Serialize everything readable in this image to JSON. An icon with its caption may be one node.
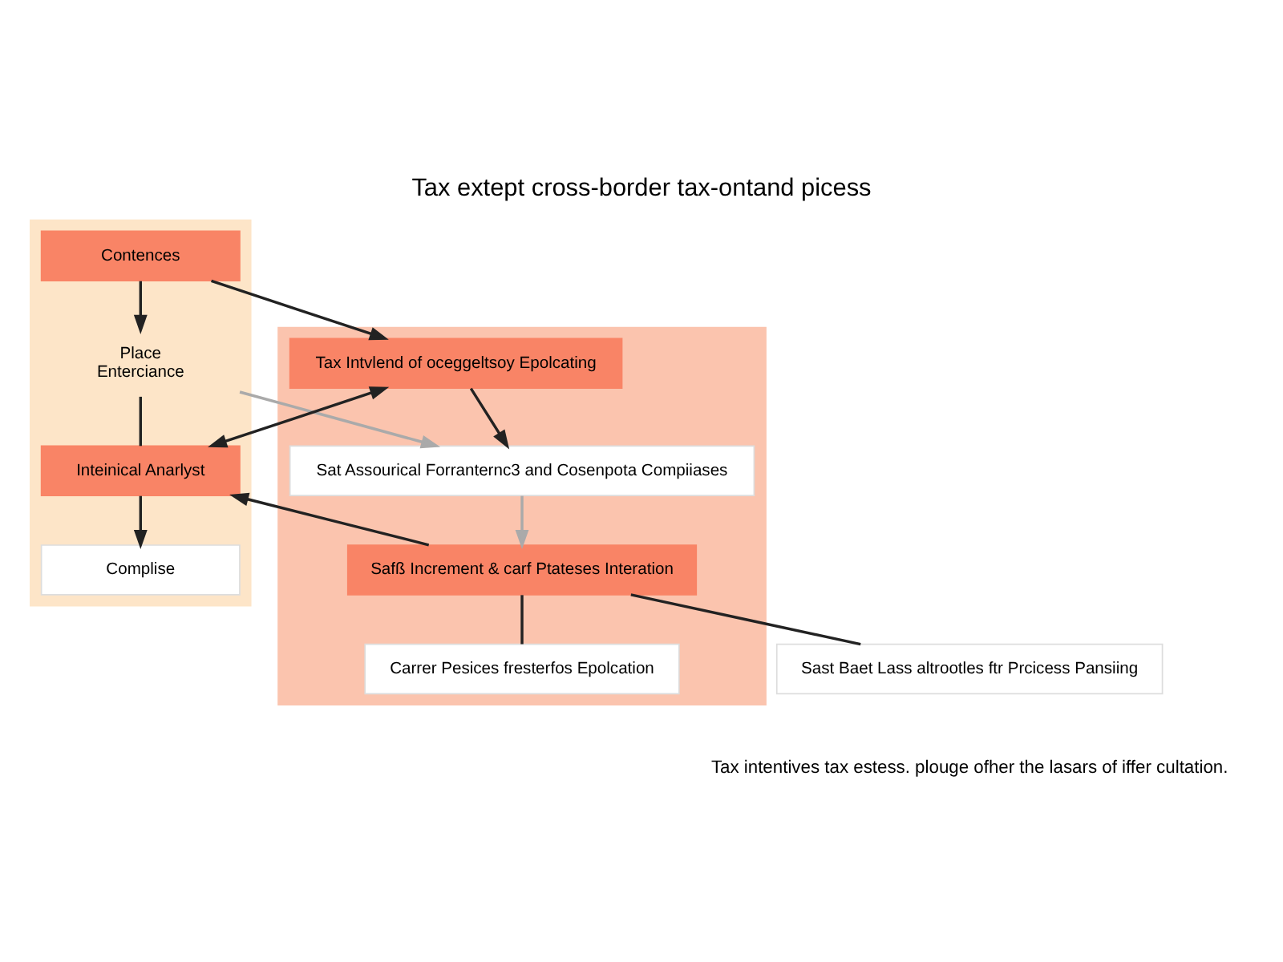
{
  "diagram": {
    "title": "Tax extept cross-border tax-ontand picess",
    "caption": "Tax intentives tax estess. plouge ofher the lasars of iffer cultation.",
    "nodes": [
      {
        "text": [],
        "shape": "box"
      },
      {
        "text": [],
        "shape": "box"
      },
      {
        "text": [
          "Contences"
        ],
        "in": 0
      },
      {
        "text": [
          "Tax Intvlend of oceggeltsoy Epolcating"
        ],
        "in": 1
      },
      {
        "text": [
          "Place",
          "Enterciance"
        ],
        "in": 0
      },
      {
        "text": [
          "Sat Assourical Forranternc3 and Cosenpota Compiiases"
        ],
        "in": 1
      },
      {
        "text": [
          "Inteinical Anarlyst"
        ],
        "in": 0
      },
      {
        "text": [
          "Safß Increment & carf Ptateses Interation"
        ],
        "in": 1
      },
      {
        "text": [
          "Complise"
        ],
        "in": 0
      },
      {
        "text": [
          "Sast Baet Lass altrootles ftr Prcicess Pansiing"
        ]
      },
      {
        "text": [
          "Carrer Pesices fresterfos Epolcation"
        ],
        "in": 1
      }
    ],
    "edges": [
      {
        "from": 2,
        "to": 3,
        "arrow": "to"
      },
      {
        "from": 2,
        "to": 4,
        "arrow": "to"
      },
      {
        "from": 4,
        "to": 5,
        "arrow": "to",
        "color": "#aaaaaa"
      },
      {
        "from": 4,
        "to": 6,
        "arrow": "none"
      },
      {
        "from": 6,
        "to": 3,
        "arrow": "both"
      },
      {
        "from": 3,
        "to": 5,
        "arrow": "to"
      },
      {
        "from": 5,
        "to": 7,
        "arrow": "to",
        "color": "#aaaaaa"
      },
      {
        "from": 7,
        "to": 6,
        "arrow": "to"
      },
      {
        "from": 6,
        "to": 8,
        "arrow": "to"
      },
      {
        "from": 7,
        "to": 9,
        "arrow": "none"
      },
      {
        "from": 7,
        "to": 10,
        "arrow": "none"
      }
    ]
  }
}
